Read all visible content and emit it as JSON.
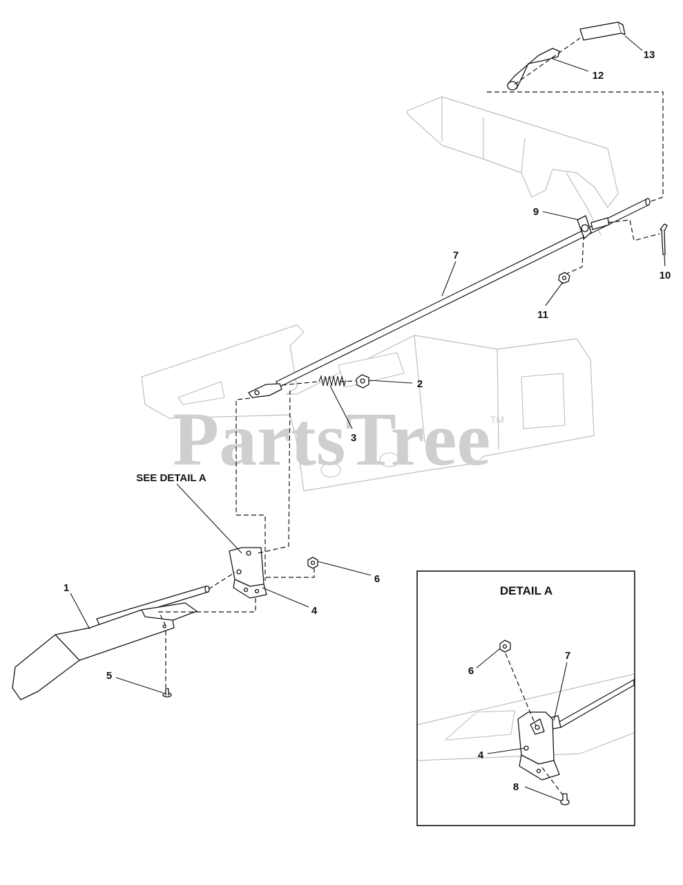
{
  "watermark": {
    "text": "PartsTree",
    "trademark": "TM"
  },
  "detail_reference": "SEE DETAIL A",
  "detail_box": {
    "title": "DETAIL A"
  },
  "callouts": {
    "c1": "1",
    "c2": "2",
    "c3": "3",
    "c4": "4",
    "c5": "5",
    "c6": "6",
    "c7": "7",
    "c9": "9",
    "c10": "10",
    "c11": "11",
    "c12": "12",
    "c13": "13"
  },
  "detail_callouts": {
    "d4": "4",
    "d6": "6",
    "d7": "7",
    "d8": "8"
  }
}
